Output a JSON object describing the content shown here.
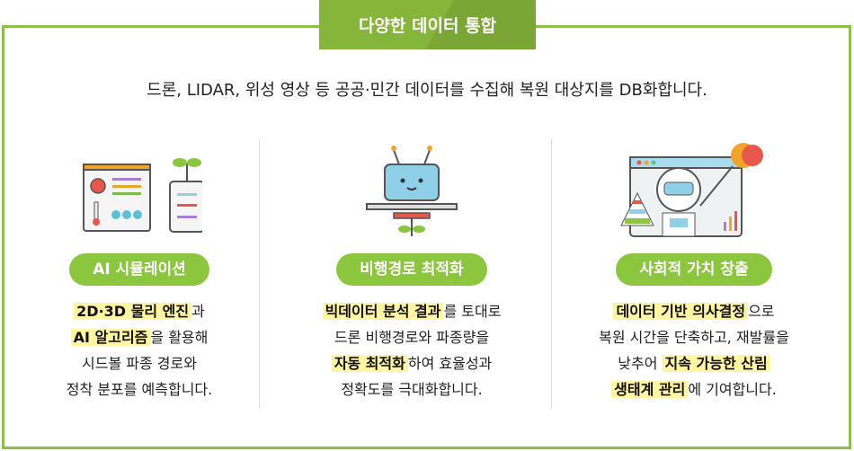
{
  "header": {
    "title": "다양한 데이터 통합"
  },
  "intro": "드론, LIDAR, 위성 영상 등 공공·민간 데이터를 수집해 복원 대상지를 DB화합니다.",
  "columns": [
    {
      "icon": "dashboard-plant-icon",
      "title": "AI 시뮬레이션",
      "lines": [
        [
          {
            "t": "2D·3D 물리 엔진",
            "h": true
          },
          {
            "t": "과",
            "h": false
          }
        ],
        [
          {
            "t": "AI 알고리즘",
            "h": true
          },
          {
            "t": "을 활용해",
            "h": false
          }
        ],
        [
          {
            "t": "시드볼 파종 경로와",
            "h": false
          }
        ],
        [
          {
            "t": "정착 분포를 예측합니다.",
            "h": false
          }
        ]
      ]
    },
    {
      "icon": "drone-robot-icon",
      "title": "비행경로 최적화",
      "lines": [
        [
          {
            "t": "빅데이터 분석 결과",
            "h": true
          },
          {
            "t": "를 토대로",
            "h": false
          }
        ],
        [
          {
            "t": "드론 비행경로와 파종량을",
            "h": false
          }
        ],
        [
          {
            "t": "자동 최적화",
            "h": true
          },
          {
            "t": "하여 효율성과",
            "h": false
          }
        ],
        [
          {
            "t": "정확도를 극대화합니다.",
            "h": false
          }
        ]
      ]
    },
    {
      "icon": "robot-brain-icon",
      "title": "사회적 가치 창출",
      "lines": [
        [
          {
            "t": "데이터 기반 의사결정",
            "h": true
          },
          {
            "t": "으로",
            "h": false
          }
        ],
        [
          {
            "t": "복원 시간을 단축하고, 재발률을",
            "h": false
          }
        ],
        [
          {
            "t": "낮추어 ",
            "h": false
          },
          {
            "t": "지속 가능한 산림",
            "h": true
          }
        ],
        [
          {
            "t": "생태계 관리",
            "h": true
          },
          {
            "t": "에 기여합니다.",
            "h": false
          }
        ]
      ]
    }
  ],
  "colors": {
    "accent": "#8cc63f",
    "tab": "#86b53c",
    "highlight": "#fff5a3"
  }
}
